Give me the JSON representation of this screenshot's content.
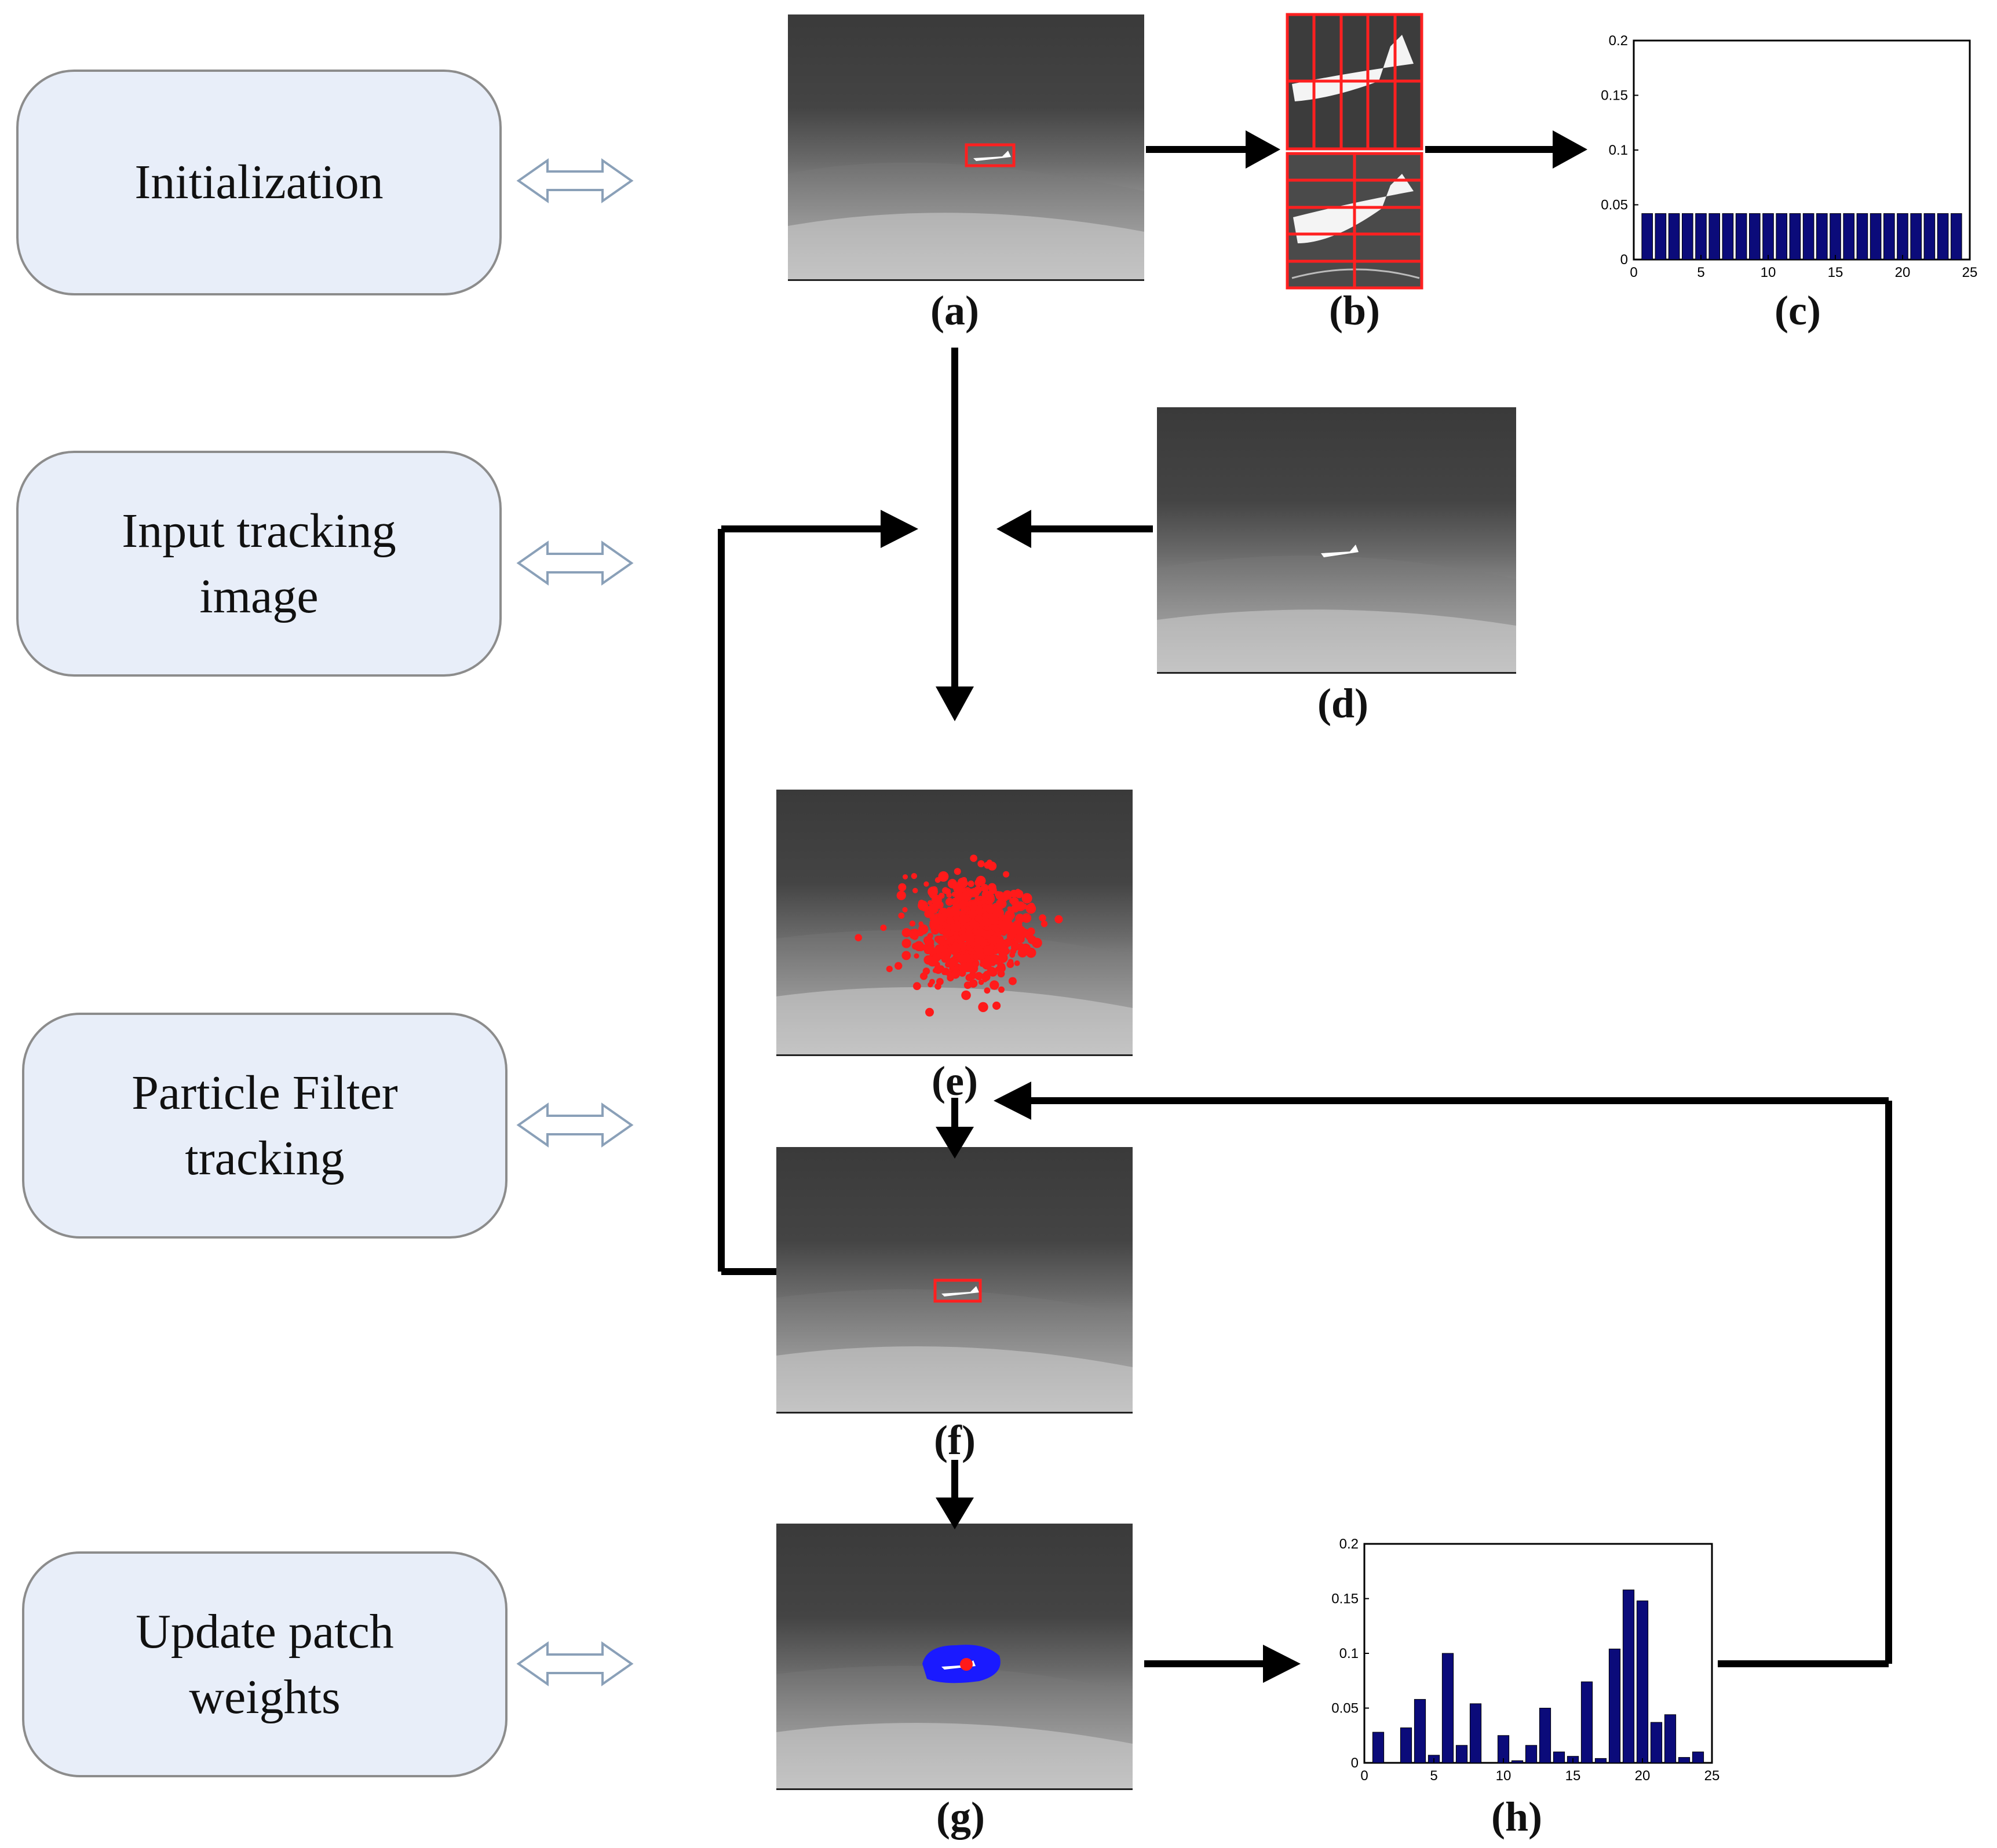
{
  "stages": [
    {
      "id": "init",
      "label": "Initialization"
    },
    {
      "id": "input",
      "label": "Input tracking\nimage"
    },
    {
      "id": "pf",
      "label": "Particle Filter\ntracking"
    },
    {
      "id": "update",
      "label": "Update patch\nweights"
    }
  ],
  "captions": {
    "a": "(a)",
    "b": "(b)",
    "c": "(c)",
    "d": "(d)",
    "e": "(e)",
    "f": "(f)",
    "g": "(g)",
    "h": "(h)"
  },
  "colors": {
    "stage_fill": "#e8eef9",
    "target_box": "#ff2020",
    "particles": "#ff1a1a",
    "blue_region": "#1a1aff",
    "bar": "#0b0b7a",
    "arrow": "#000000"
  },
  "chart_data": [
    {
      "id": "c",
      "type": "bar",
      "title": "",
      "xlabel": "",
      "ylabel": "",
      "xlim": [
        0,
        25
      ],
      "ylim": [
        0,
        0.2
      ],
      "xticks": [
        "0",
        "5",
        "10",
        "15",
        "20",
        "25"
      ],
      "yticks": [
        "0",
        "0.05",
        "0.1",
        "0.15",
        "0.2"
      ],
      "x": [
        1,
        2,
        3,
        4,
        5,
        6,
        7,
        8,
        9,
        10,
        11,
        12,
        13,
        14,
        15,
        16,
        17,
        18,
        19,
        20,
        21,
        22,
        23,
        24
      ],
      "values": [
        0.042,
        0.042,
        0.042,
        0.042,
        0.042,
        0.042,
        0.042,
        0.042,
        0.042,
        0.042,
        0.042,
        0.042,
        0.042,
        0.042,
        0.042,
        0.042,
        0.042,
        0.042,
        0.042,
        0.042,
        0.042,
        0.042,
        0.042,
        0.042
      ]
    },
    {
      "id": "h",
      "type": "bar",
      "title": "",
      "xlabel": "",
      "ylabel": "",
      "xlim": [
        0,
        25
      ],
      "ylim": [
        0,
        0.2
      ],
      "xticks": [
        "0",
        "5",
        "10",
        "15",
        "20",
        "25"
      ],
      "yticks": [
        "0",
        "0.05",
        "0.1",
        "0.15",
        "0.2"
      ],
      "x": [
        1,
        2,
        3,
        4,
        5,
        6,
        7,
        8,
        9,
        10,
        11,
        12,
        13,
        14,
        15,
        16,
        17,
        18,
        19,
        20,
        21,
        22,
        23,
        24
      ],
      "values": [
        0.028,
        0.0,
        0.032,
        0.058,
        0.007,
        0.1,
        0.016,
        0.054,
        0.0,
        0.025,
        0.002,
        0.016,
        0.05,
        0.01,
        0.006,
        0.074,
        0.004,
        0.104,
        0.158,
        0.148,
        0.037,
        0.044,
        0.005,
        0.01
      ]
    }
  ]
}
